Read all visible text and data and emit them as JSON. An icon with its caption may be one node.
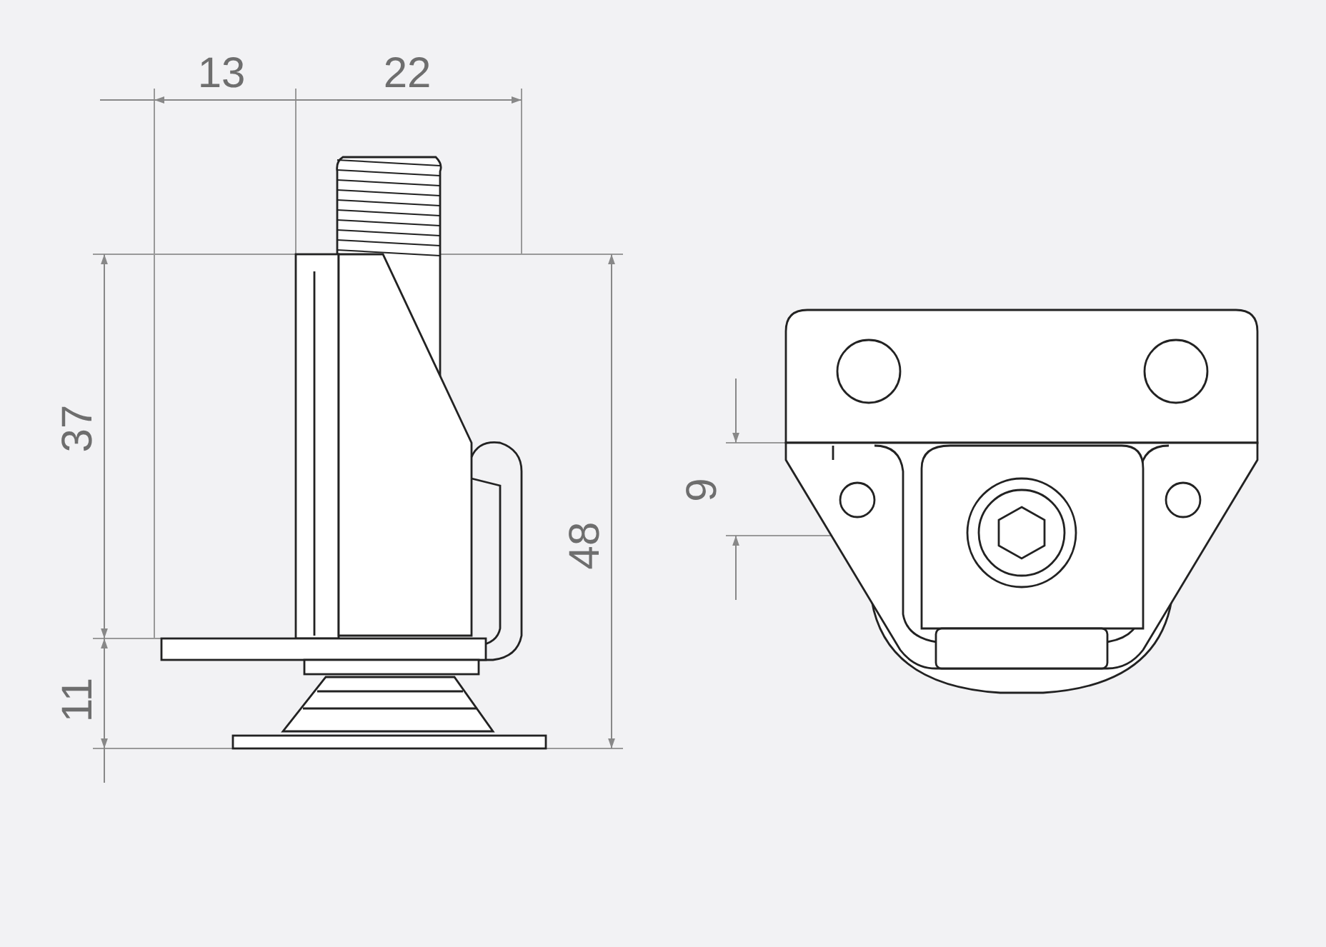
{
  "diagram": {
    "labels": [
      "13",
      "22",
      "37",
      "9",
      "48",
      "11"
    ]
  }
}
